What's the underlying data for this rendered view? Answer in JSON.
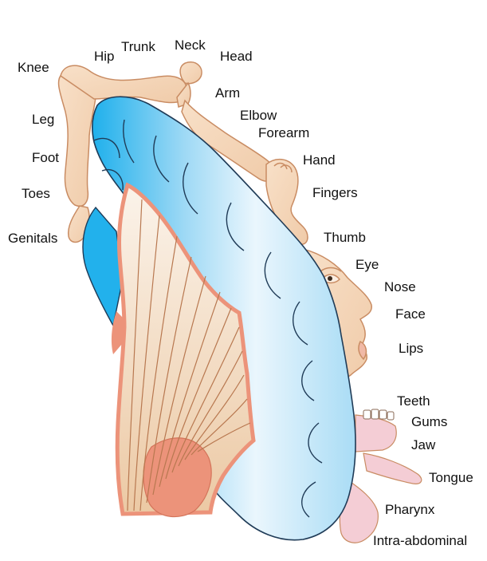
{
  "colors": {
    "cortex_blue_light": "#e9f5fc",
    "cortex_blue_mid": "#8fd3f3",
    "cortex_blue_deep": "#21b0ec",
    "cortex_outline": "#1f3b57",
    "skin_fill": "#f6d9bf",
    "skin_outline": "#c98c63",
    "white_matter_light": "#fbf1e6",
    "white_matter_mid": "#e9c9a8",
    "fibre_lines": "#b87850",
    "salmon_border": "#ec937a",
    "mouth_pink": "#f4cdd5",
    "label_text": "#111111"
  },
  "labels": {
    "knee": "Knee",
    "hip": "Hip",
    "trunk": "Trunk",
    "neck": "Neck",
    "head": "Head",
    "leg": "Leg",
    "arm": "Arm",
    "elbow": "Elbow",
    "forearm": "Forearm",
    "foot": "Foot",
    "hand": "Hand",
    "toes": "Toes",
    "fingers": "Fingers",
    "genitals": "Genitals",
    "thumb": "Thumb",
    "eye": "Eye",
    "nose": "Nose",
    "face": "Face",
    "lips": "Lips",
    "teeth": "Teeth",
    "gums": "Gums",
    "jaw": "Jaw",
    "tongue": "Tongue",
    "pharynx": "Pharynx",
    "intra_abdominal": "Intra-abdominal"
  }
}
